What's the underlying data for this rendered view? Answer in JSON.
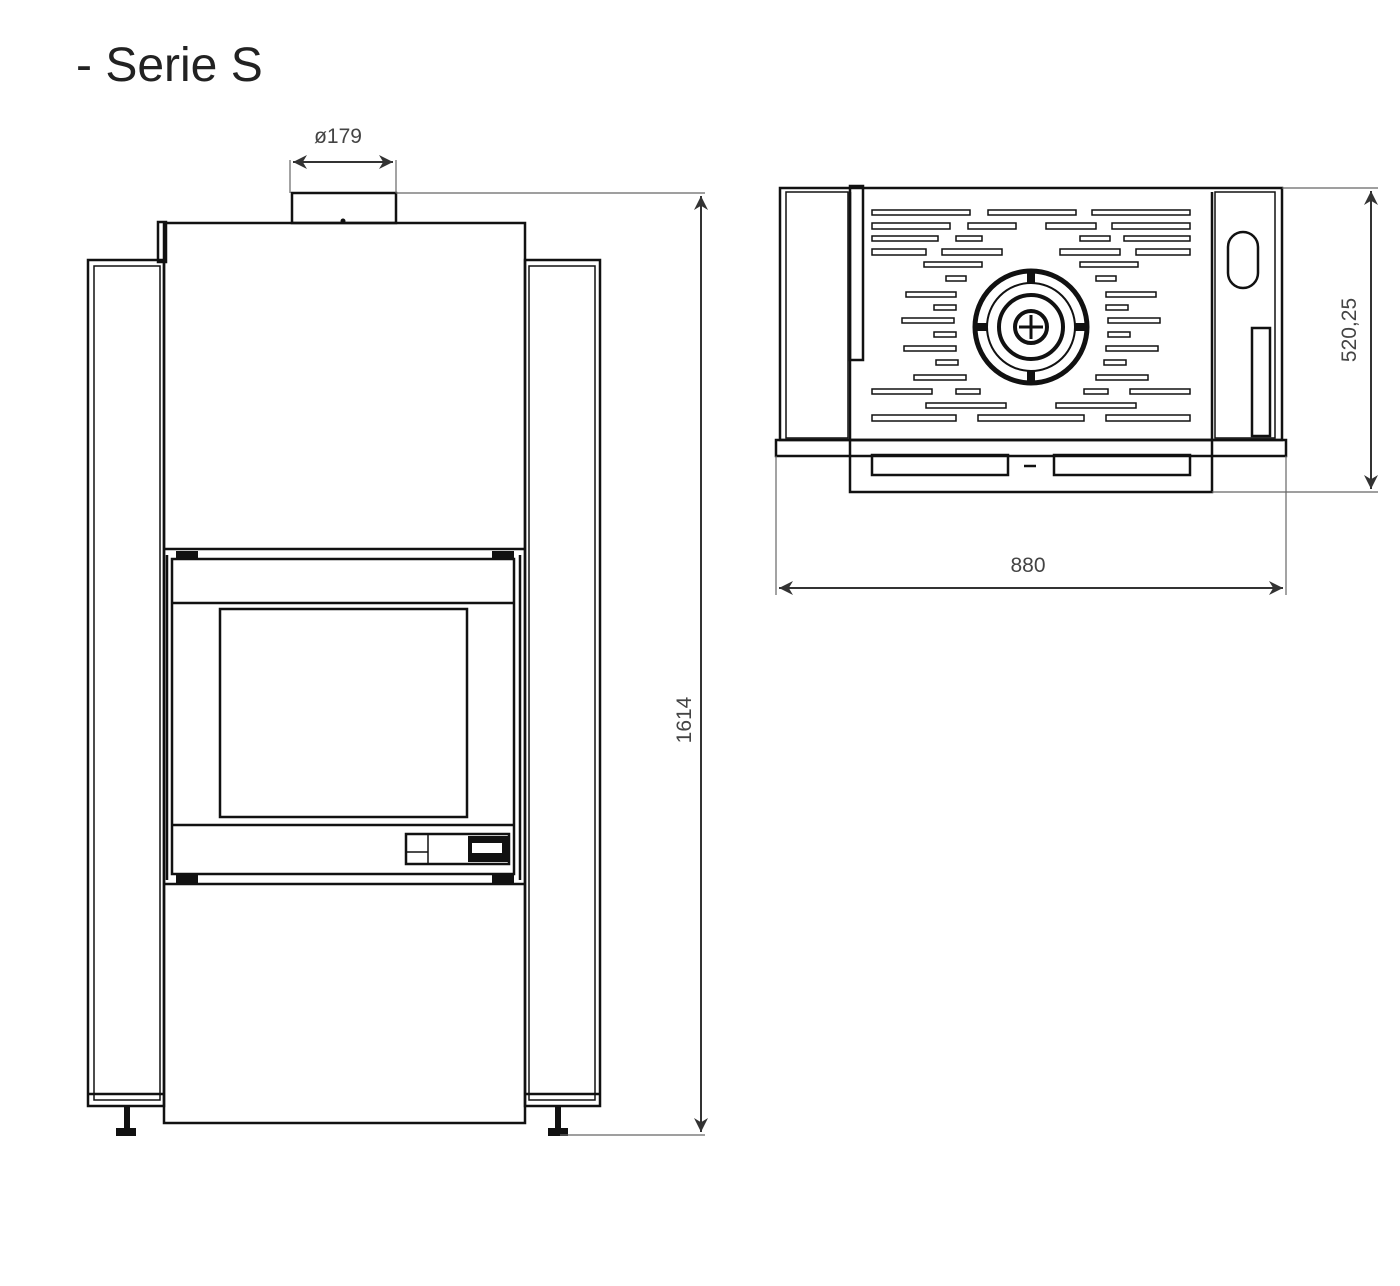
{
  "title": "- Serie S",
  "dimensions": {
    "flue_diameter": "ø179",
    "height": "1614",
    "depth": "520,25",
    "width": "880"
  }
}
